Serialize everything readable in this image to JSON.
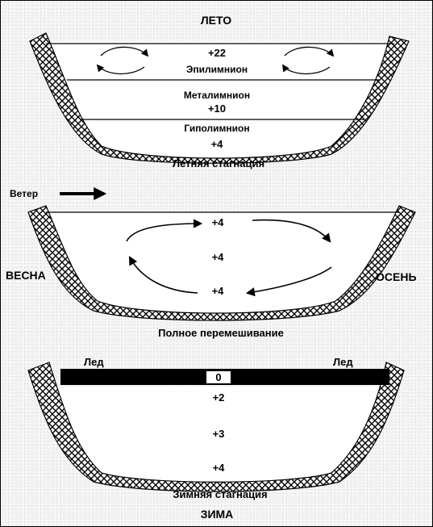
{
  "summer": {
    "season": "ЛЕТО",
    "caption": "Летняя стагнация",
    "layers": [
      {
        "name": "Эпилимнион",
        "temperature": "+22"
      },
      {
        "name": "Металимнион",
        "temperature": "+10"
      },
      {
        "name": "Гиполимнион",
        "temperature": "+4"
      }
    ]
  },
  "turnover": {
    "wind_label": "Ветер",
    "left_season": "ВЕСНА",
    "right_season": "ОСЕНЬ",
    "caption": "Полное перемешивание",
    "temperatures": [
      "+4",
      "+4",
      "+4"
    ]
  },
  "winter": {
    "season": "ЗИМА",
    "caption": "Зимняя стагнация",
    "ice_left": "Лед",
    "ice_right": "Лед",
    "ice_temperature": "0",
    "temperatures": [
      "+2",
      "+3",
      "+4"
    ]
  }
}
